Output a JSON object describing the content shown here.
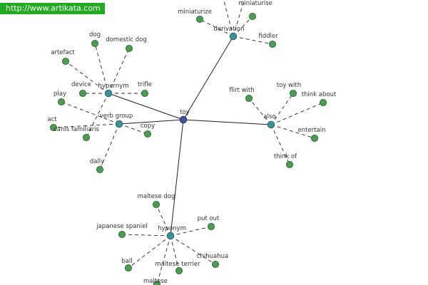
{
  "site_url": "http://www.artikata.com",
  "colors": {
    "leaf_fill": "#4f9a55",
    "leaf_stroke": "#2f6b35",
    "relation_fill": "#3f8f97",
    "relation_stroke": "#245e66",
    "root_fill": "#45509a",
    "root_stroke": "#262c66",
    "solid_edge": "#222222",
    "dashed_edge": "#222222",
    "url_badge_bg": "#22aa22",
    "url_badge_text": "#ffffff"
  },
  "graph": {
    "root": {
      "id": "toy",
      "label": "toy"
    },
    "relations": [
      {
        "id": "derivation",
        "label": "derivation"
      },
      {
        "id": "also",
        "label": "also"
      },
      {
        "id": "hypernym",
        "label": "hypernym"
      },
      {
        "id": "verb_group",
        "label": "verb group"
      },
      {
        "id": "hyponym",
        "label": "hyponym"
      }
    ],
    "leaves": [
      {
        "id": "miniaturize",
        "label": "miniaturize",
        "relation": "derivation"
      },
      {
        "id": "miniaturise",
        "label": "miniaturise",
        "relation": "derivation"
      },
      {
        "id": "fiddler",
        "label": "fiddler",
        "relation": "derivation"
      },
      {
        "id": "derivation_extra_1",
        "label": "",
        "relation": "derivation"
      },
      {
        "id": "derivation_extra_2",
        "label": "",
        "relation": "derivation"
      },
      {
        "id": "flirt_with",
        "label": "flirt with",
        "relation": "also"
      },
      {
        "id": "toy_with",
        "label": "toy with",
        "relation": "also"
      },
      {
        "id": "think_about",
        "label": "think about",
        "relation": "also"
      },
      {
        "id": "entertain",
        "label": "entertain",
        "relation": "also"
      },
      {
        "id": "think_of",
        "label": "think of",
        "relation": "also"
      },
      {
        "id": "dog",
        "label": "dog",
        "relation": "hypernym"
      },
      {
        "id": "domestic_dog",
        "label": "domestic dog",
        "relation": "hypernym"
      },
      {
        "id": "artefact",
        "label": "artefact",
        "relation": "hypernym"
      },
      {
        "id": "device",
        "label": "device",
        "relation": "hypernym"
      },
      {
        "id": "trifle",
        "label": "trifle",
        "relation": "hypernym"
      },
      {
        "id": "canis_familiaris",
        "label": "canis familiaris",
        "relation": "hypernym"
      },
      {
        "id": "play",
        "label": "play",
        "relation": "verb_group"
      },
      {
        "id": "act",
        "label": "act",
        "relation": "verb_group"
      },
      {
        "id": "copy",
        "label": "copy",
        "relation": "verb_group"
      },
      {
        "id": "dally",
        "label": "dally",
        "relation": "verb_group"
      },
      {
        "id": "maltese_dog",
        "label": "maltese dog",
        "relation": "hyponym"
      },
      {
        "id": "japanese_spaniel",
        "label": "japanese spaniel",
        "relation": "hyponym"
      },
      {
        "id": "put_out",
        "label": "put out",
        "relation": "hyponym"
      },
      {
        "id": "chihuahua",
        "label": "chihuahua",
        "relation": "hyponym"
      },
      {
        "id": "ball",
        "label": "ball",
        "relation": "hyponym"
      },
      {
        "id": "maltese_terrier",
        "label": "maltese terrier",
        "relation": "hyponym"
      },
      {
        "id": "maltese",
        "label": "maltese",
        "relation": "hyponym"
      }
    ]
  }
}
